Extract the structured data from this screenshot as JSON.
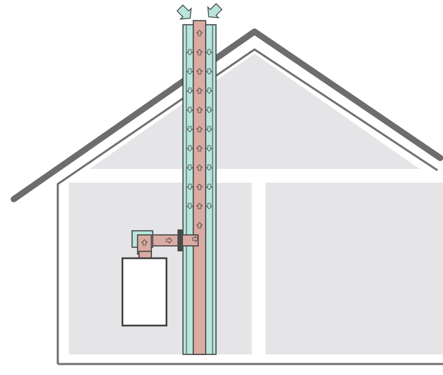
{
  "colors": {
    "roof": "#6d6d6d",
    "wall": "#707070",
    "room_fill": "#e5e5e7",
    "intake_air": "#b8e6dc",
    "flue_gas": "#d9aba3",
    "outline": "#3c3c3c",
    "boiler_body": "#ffffff"
  },
  "icons": {
    "intake_arrow": "curved-arrow-down-icon",
    "air_flow": "arrow-down-icon",
    "flue_flow": "arrow-up-icon"
  },
  "diagram": {
    "components": [
      "roof",
      "house-outline",
      "room-left",
      "room-right",
      "attic",
      "vertical-flue-terminal",
      "horizontal-flue-connector",
      "boiler"
    ],
    "flows": [
      {
        "component": "vertical-flue-terminal",
        "medium": "intake_air",
        "direction": "down"
      },
      {
        "component": "vertical-flue-terminal",
        "medium": "flue_gas",
        "direction": "up"
      },
      {
        "component": "horizontal-flue-connector",
        "medium": "flue_gas",
        "direction": "right"
      }
    ]
  }
}
